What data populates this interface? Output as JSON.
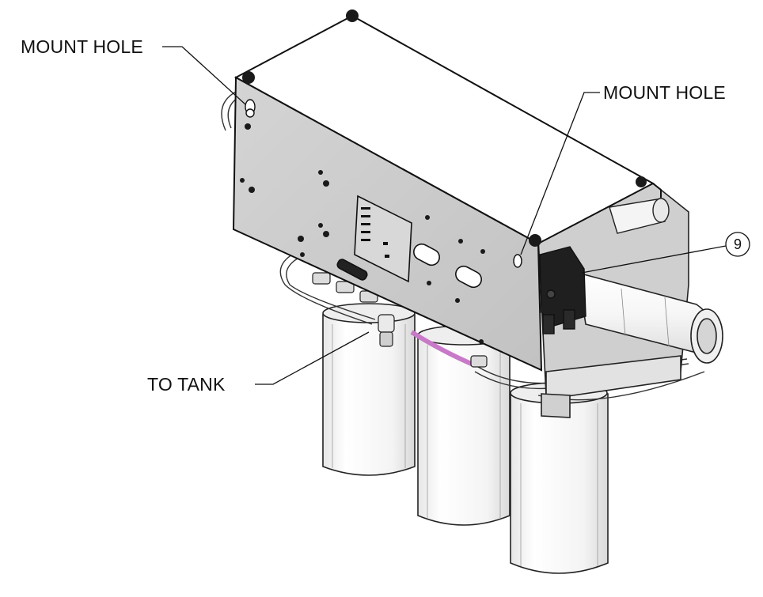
{
  "callouts": {
    "mount_hole_left": "MOUNT HOLE",
    "mount_hole_right": "MOUNT HOLE",
    "to_tank": "TO TANK",
    "item_number": "9"
  }
}
